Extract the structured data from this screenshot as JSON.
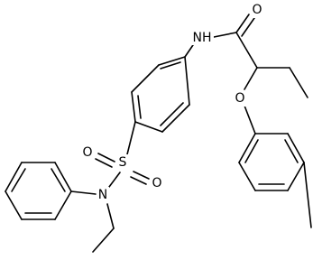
{
  "molecule": {
    "atom_labels": {
      "nh": "NH",
      "carbonyl_o": "O",
      "ether_o": "O",
      "sulfur": "S",
      "sulfonyl_o_top": "O",
      "sulfonyl_o_bottom": "O",
      "amine_n": "N"
    }
  },
  "colors": {
    "bond": "#000000",
    "label": "#000000",
    "background": "#ffffff"
  }
}
